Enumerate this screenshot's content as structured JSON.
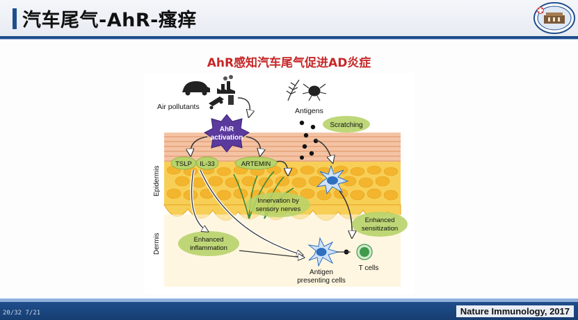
{
  "slide": {
    "title": "汽车尾气-AhR-瘙痒",
    "subtitle": "AhR感知汽车尾气促进AD炎症",
    "citation": "Nature Immunology, 2017",
    "slide_number": "20/32 7/21"
  },
  "figure": {
    "labels": {
      "air_pollutants": "Air pollutants",
      "ahr_activation_1": "AhR",
      "ahr_activation_2": "activation",
      "tslp": "TSLP",
      "il33": "IL-33",
      "artemin": "ARTEMIN",
      "antigens": "Antigens",
      "scratching": "Scratching",
      "epidermis": "Epidermis",
      "dermis": "Dermis",
      "innervation_1": "Innervation by",
      "innervation_2": "sensory nerves",
      "enhanced_sensitization_1": "Enhanced",
      "enhanced_sensitization_2": "sensitization",
      "enhanced_inflammation_1": "Enhanced",
      "enhanced_inflammation_2": "inflammation",
      "apc_1": "Antigen",
      "apc_2": "presenting cells",
      "t_cells": "T cells"
    },
    "icons": [
      "car-icon",
      "factory-icon",
      "truck-icon",
      "pollen-icon",
      "mite-icon",
      "antigen-particle-icon",
      "dendritic-cell-icon",
      "t-cell-icon"
    ],
    "colors": {
      "label_bubble": "#b7d36a",
      "ahr_star": "#5b3a9e",
      "stratum_corneum": "#f0b08a",
      "epidermis_cells": "#f6c043",
      "dermis": "#fbe9b8",
      "dendritic_cell": "#2f6fc0",
      "t_cell": "#3f9a4a"
    }
  },
  "theme": {
    "accent": "#1f4e8c",
    "subtitle_color": "#c62828"
  }
}
